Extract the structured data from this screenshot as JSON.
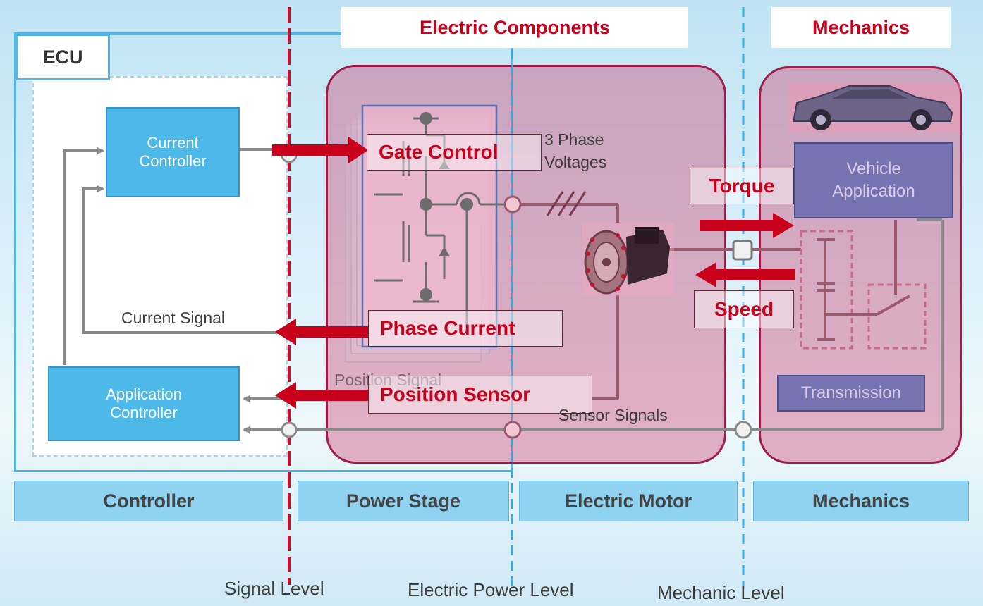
{
  "headers": {
    "electric_components": "Electric Components",
    "mechanics": "Mechanics"
  },
  "ecu": {
    "label": "ECU",
    "current_controller": "Current\nController",
    "application_controller": "Application\nController",
    "current_signal": "Current Signal"
  },
  "power_stage": {
    "gate_control": "Gate Control",
    "phase_current": "Phase Current",
    "position_signal": "Position Signal",
    "position_sensor": "Position Sensor"
  },
  "motor": {
    "three_phase_voltages": "3 Phase\nVoltages",
    "sensor_signals": "Sensor Signals",
    "torque": "Torque",
    "speed": "Speed"
  },
  "mechanics_panel": {
    "vehicle_application": "Vehicle\nApplication",
    "transmission": "Transmission"
  },
  "footer": {
    "controller": "Controller",
    "power_stage": "Power Stage",
    "electric_motor": "Electric Motor",
    "mechanics": "Mechanics"
  },
  "levels": {
    "signal": "Signal Level",
    "electric_power": "Electric Power Level",
    "mechanic": "Mechanic Level"
  },
  "colors": {
    "accent_red": "#c8001c",
    "controller_blue": "#4db9e9",
    "panel_pink": "#cc4b78",
    "mechanics_purple": "#7673b0"
  },
  "icons": {
    "car": "car-icon",
    "motor": "motor-icon",
    "circuit": "mosfet-circuit-icon"
  }
}
